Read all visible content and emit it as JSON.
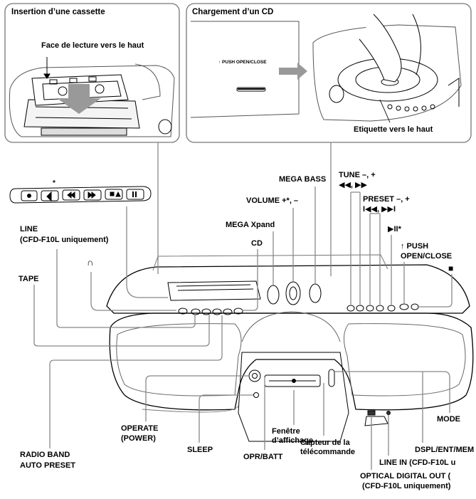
{
  "insets": {
    "cassette": {
      "title": "Insertion d’une cassette",
      "caption": "Face de lecture vers le haut"
    },
    "cd": {
      "title": "Chargement d’un CD",
      "button_label": "↑ PUSH OPEN/CLOSE",
      "caption": "Etiquette vers le haut"
    }
  },
  "tape_keys_marker": "*",
  "labels": {
    "line": "LINE",
    "line_note": "(CFD-F10L uniquement)",
    "tape": "TAPE",
    "cd": "CD",
    "mega_xpand": "MEGA Xpand",
    "volume": "VOLUME +*, –",
    "mega_bass": "MEGA BASS",
    "tune_1": "TUNE –, +",
    "tune_2": "◀◀, ▶▶",
    "preset_1": "PRESET –, +",
    "preset_2": "I◀◀, ▶▶I",
    "play_pause": "▶II*",
    "push_open_1": "↑ PUSH",
    "push_open_2": "OPEN/CLOSE",
    "stop": "■",
    "headphones": "∩",
    "radio_band_1": "RADIO BAND",
    "radio_band_2": "AUTO PRESET",
    "operate_1": "OPERATE",
    "operate_2": "(POWER)",
    "sleep": "SLEEP",
    "opr_batt": "OPR/BATT",
    "display_window_1": "Fenêtre",
    "display_window_2": "d’affichage",
    "remote_sensor_1": "Capteur de la",
    "remote_sensor_2": "télécommande",
    "mode": "MODE",
    "dspl": "DSPL/ENT/MEM",
    "line_in": "LINE IN (CFD-F10L u",
    "optical_1": "OPTICAL DIGITAL OUT (",
    "optical_2": "(CFD-F10L uniquement)"
  }
}
